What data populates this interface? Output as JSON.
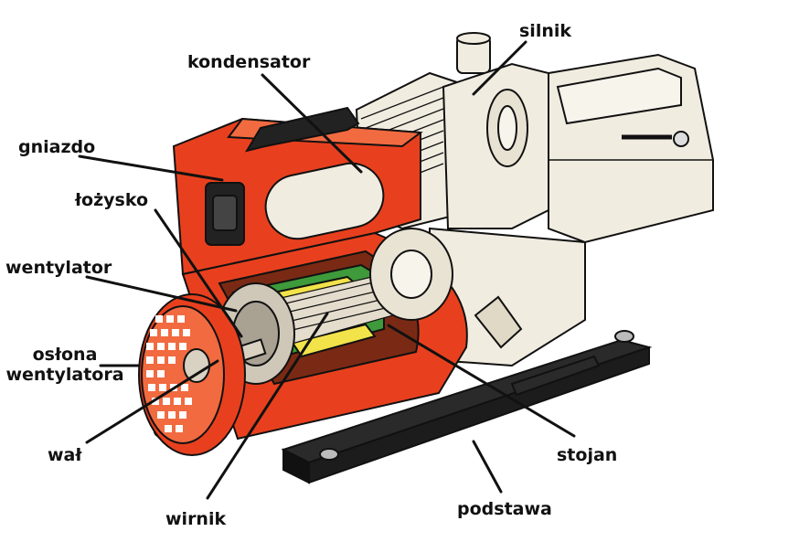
{
  "labels": {
    "silnik": "silnik",
    "kondensator": "kondensator",
    "gniazdo": "gniazdo",
    "lozysko": "łożysko",
    "wentylator": "wentylator",
    "oslona_line1": "osłona",
    "oslona_line2": "wentylatora",
    "wal": "wał",
    "wirnik": "wirnik",
    "stojan": "stojan",
    "podstawa": "podstawa"
  },
  "colors": {
    "housing_red": "#e8401e",
    "dark_red": "#b22a10",
    "engine_cream": "#f1ece0",
    "line": "#111111",
    "winding_green": "#3e9a3a",
    "winding_yellow": "#f2e34a"
  }
}
